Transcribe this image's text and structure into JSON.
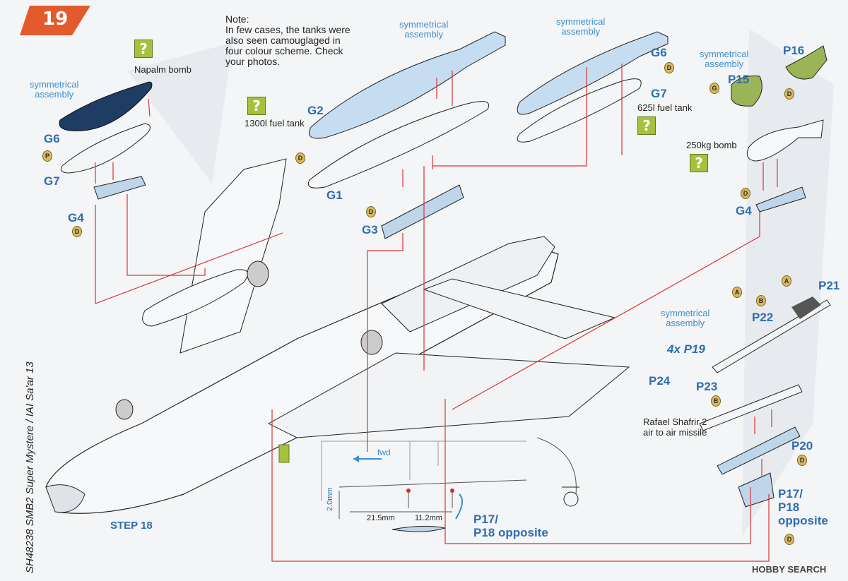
{
  "step": {
    "number": "19",
    "colors": {
      "flag": "#e35a2c"
    }
  },
  "note": "Note:\nIn few cases, the tanks were\nalso seen camouglaged in\nfour colour scheme. Check\nyour photos.",
  "labels": {
    "napalm": "Napalm bomb",
    "fuel1300": "1300l fuel tank",
    "fuel625": "625l fuel tank",
    "bomb250": "250kg bomb",
    "symmetrical": "symmetrical\nassembly",
    "missile": "Rafael Shafrir 2\nair to air missile",
    "fwd": "fwd",
    "dim_20": "2.0mm",
    "dim_215": "21.5mm",
    "dim_112": "11.2mm",
    "p17_opposite_inset": "P17/\nP18 opposite",
    "p17_opposite_side": "P17/\nP18\nopposite",
    "step18": "STEP 18",
    "sidebar": "SH48238 SMB2 Super Mystere / IAI Sa'ar 13",
    "four_x": "4x P19",
    "watermark": "HOBBY SEARCH"
  },
  "parts": {
    "G6_left": "G6",
    "G7_left": "G7",
    "G4_left": "G4",
    "G2": "G2",
    "G1": "G1",
    "G3": "G3",
    "G6_right": "G6",
    "G7_right": "G7",
    "G4_right": "G4",
    "P16": "P16",
    "P15": "P15",
    "P21": "P21",
    "P22": "P22",
    "P24": "P24",
    "P23": "P23",
    "P20": "P20"
  },
  "badges": {
    "p": "P",
    "d": "D",
    "g": "G",
    "a": "A",
    "b": "B"
  },
  "question_mark": "?"
}
